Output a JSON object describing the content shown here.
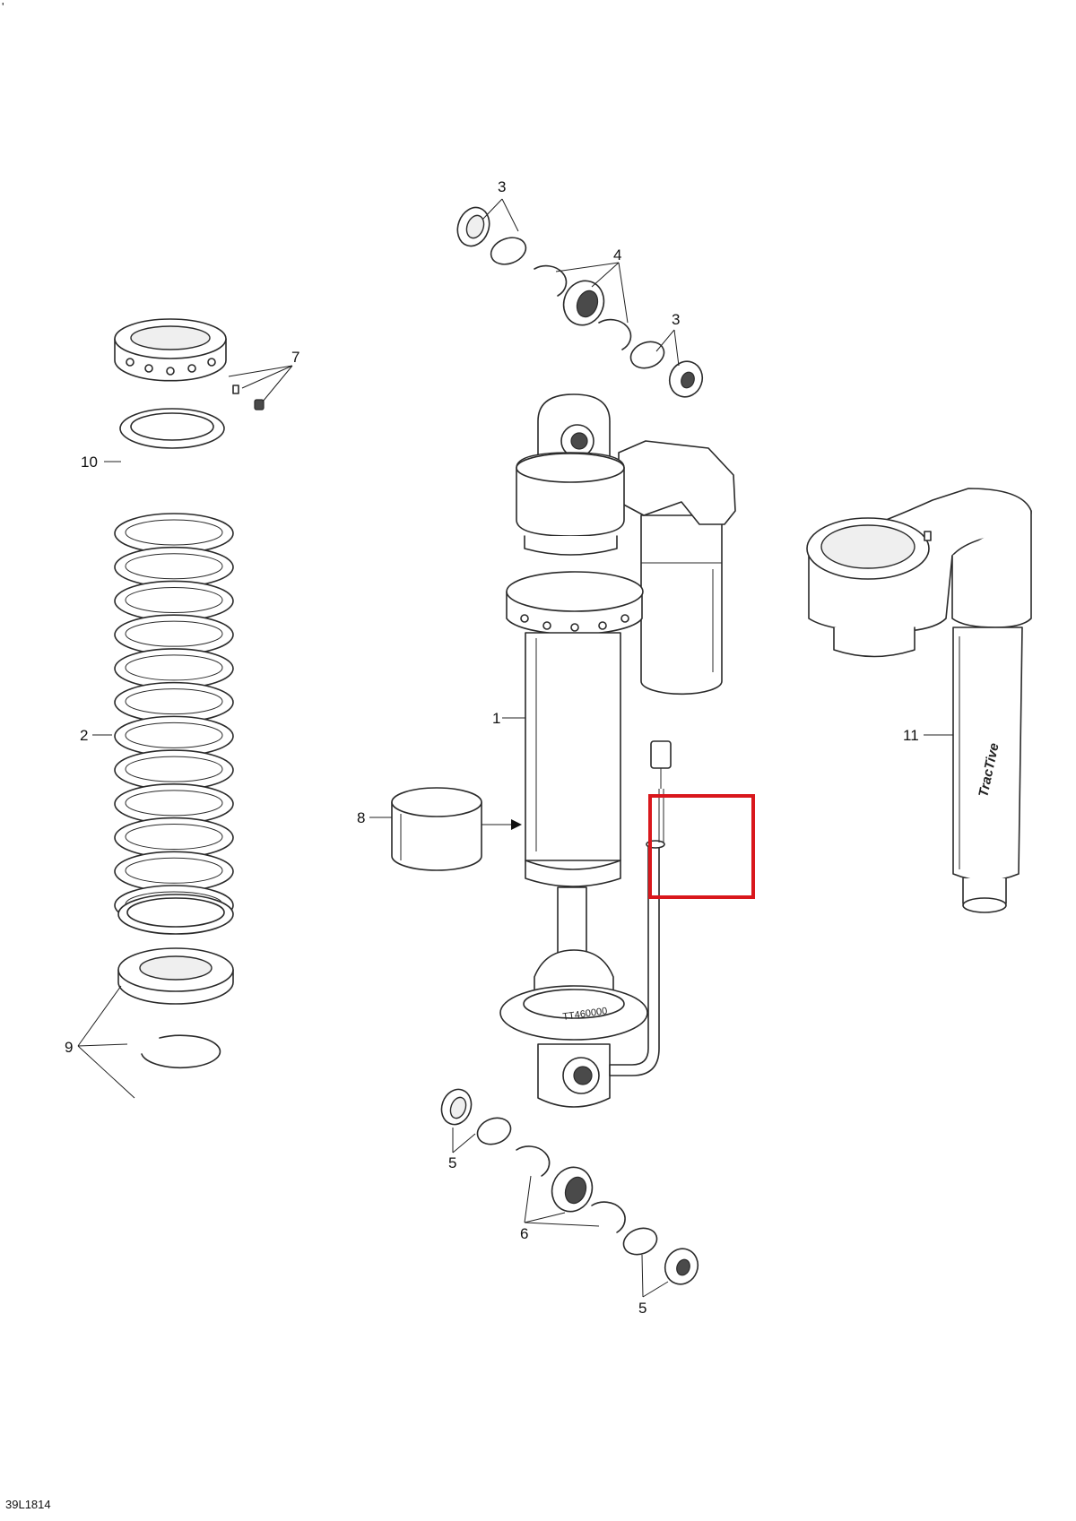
{
  "corner_mark": "'",
  "drawing_id": "39L1814",
  "shock_brand": "TracTive",
  "body_marking": "TT460000",
  "highlight_color": "#d9171c",
  "callouts": [
    {
      "id": "c1",
      "label": "1"
    },
    {
      "id": "c2",
      "label": "2"
    },
    {
      "id": "c3a",
      "label": "3"
    },
    {
      "id": "c3b",
      "label": "3"
    },
    {
      "id": "c4",
      "label": "4"
    },
    {
      "id": "c5a",
      "label": "5"
    },
    {
      "id": "c5b",
      "label": "5"
    },
    {
      "id": "c6",
      "label": "6"
    },
    {
      "id": "c7",
      "label": "7"
    },
    {
      "id": "c8",
      "label": "8"
    },
    {
      "id": "c9",
      "label": "9"
    },
    {
      "id": "c10",
      "label": "10"
    },
    {
      "id": "c11",
      "label": "11"
    }
  ]
}
